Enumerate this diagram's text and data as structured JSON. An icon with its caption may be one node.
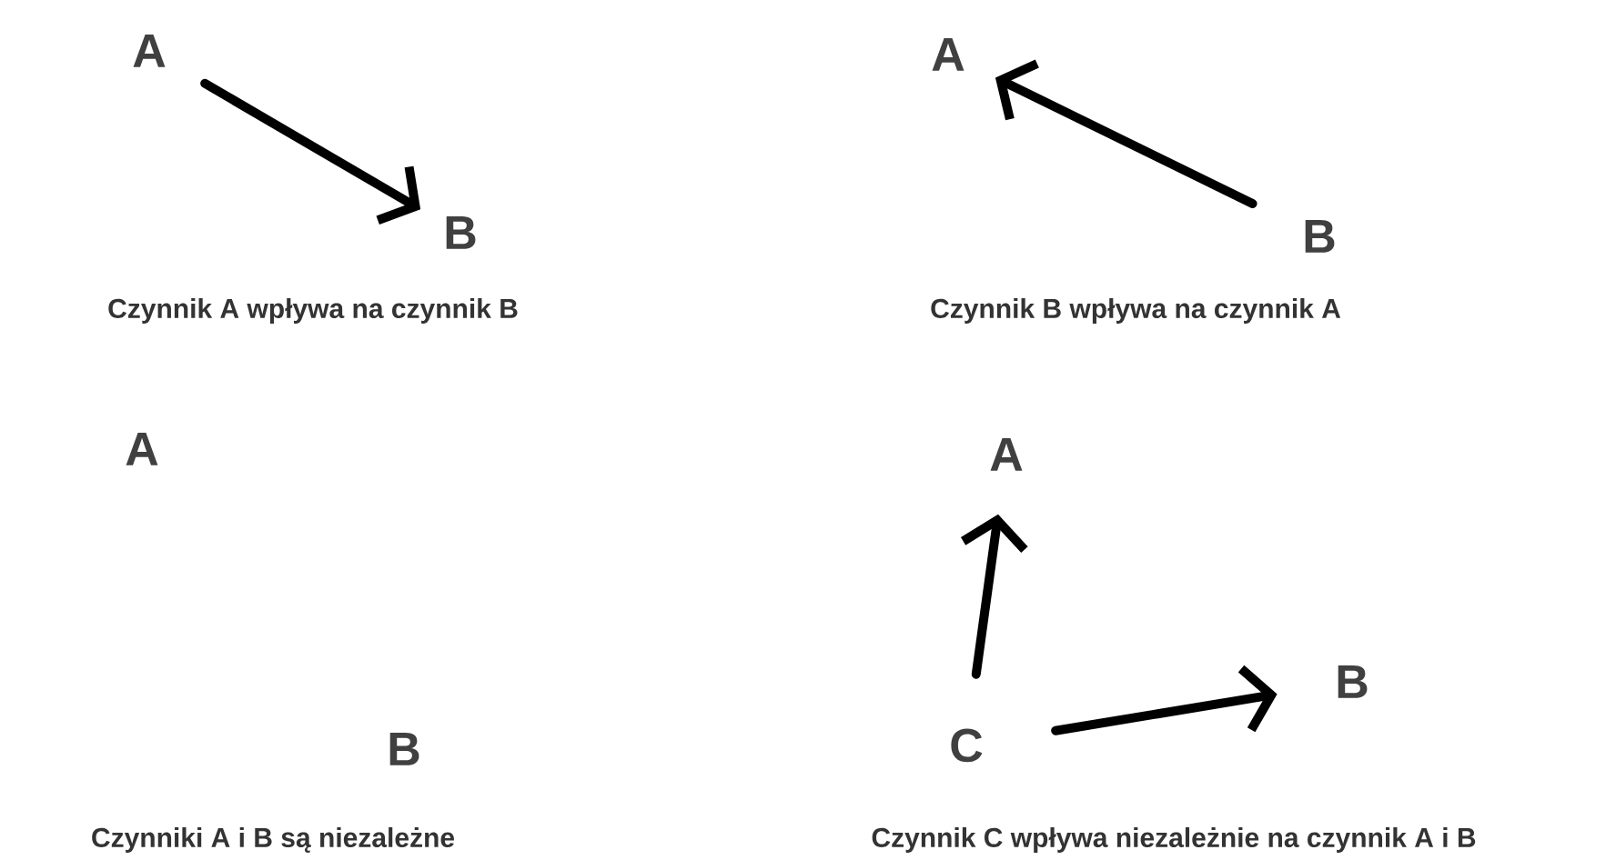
{
  "diagram": {
    "nodes": [
      {
        "text": [
          "A"
        ]
      },
      {
        "text": [
          "B"
        ]
      },
      {
        "text": [
          "A"
        ]
      },
      {
        "text": [
          "B"
        ]
      },
      {
        "text": [
          "A"
        ]
      },
      {
        "text": [
          "B"
        ]
      },
      {
        "text": [
          "A"
        ]
      },
      {
        "text": [
          "C"
        ]
      },
      {
        "text": [
          "B"
        ]
      }
    ],
    "edges": [
      {
        "from": 0,
        "to": 1,
        "arrow": "to"
      },
      {
        "from": 3,
        "to": 2,
        "arrow": "to"
      },
      {
        "from": 7,
        "to": 6,
        "arrow": "to"
      },
      {
        "from": 7,
        "to": 8,
        "arrow": "to"
      }
    ],
    "labels": [
      "Czynnik A wpływa na czynnik B",
      "Czynnik B wpływa na czynnik A",
      "Czynniki A i B są niezależne",
      "Czynnik C wpływa niezależnie na czynnik A i B"
    ]
  }
}
